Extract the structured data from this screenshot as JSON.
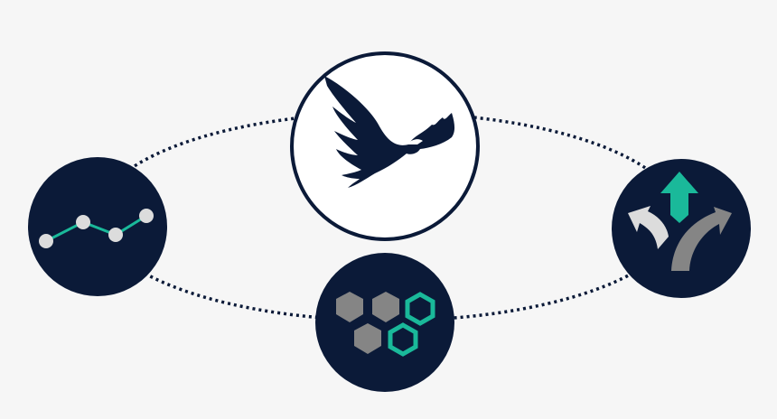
{
  "colors": {
    "background": "#f6f6f6",
    "navy": "#0b1a38",
    "teal": "#1ab99a",
    "grey_dark": "#858585",
    "grey_light": "#dcdcdc",
    "white": "#ffffff"
  },
  "nodes": [
    {
      "icon": "eagle-icon",
      "style": "white-circle-navy-border"
    },
    {
      "icon": "line-chart-icon",
      "style": "navy-circle"
    },
    {
      "icon": "hexagons-icon",
      "style": "navy-circle"
    },
    {
      "icon": "diverging-arrows-icon",
      "style": "navy-circle"
    }
  ],
  "connector": {
    "style": "dotted-ellipse"
  }
}
